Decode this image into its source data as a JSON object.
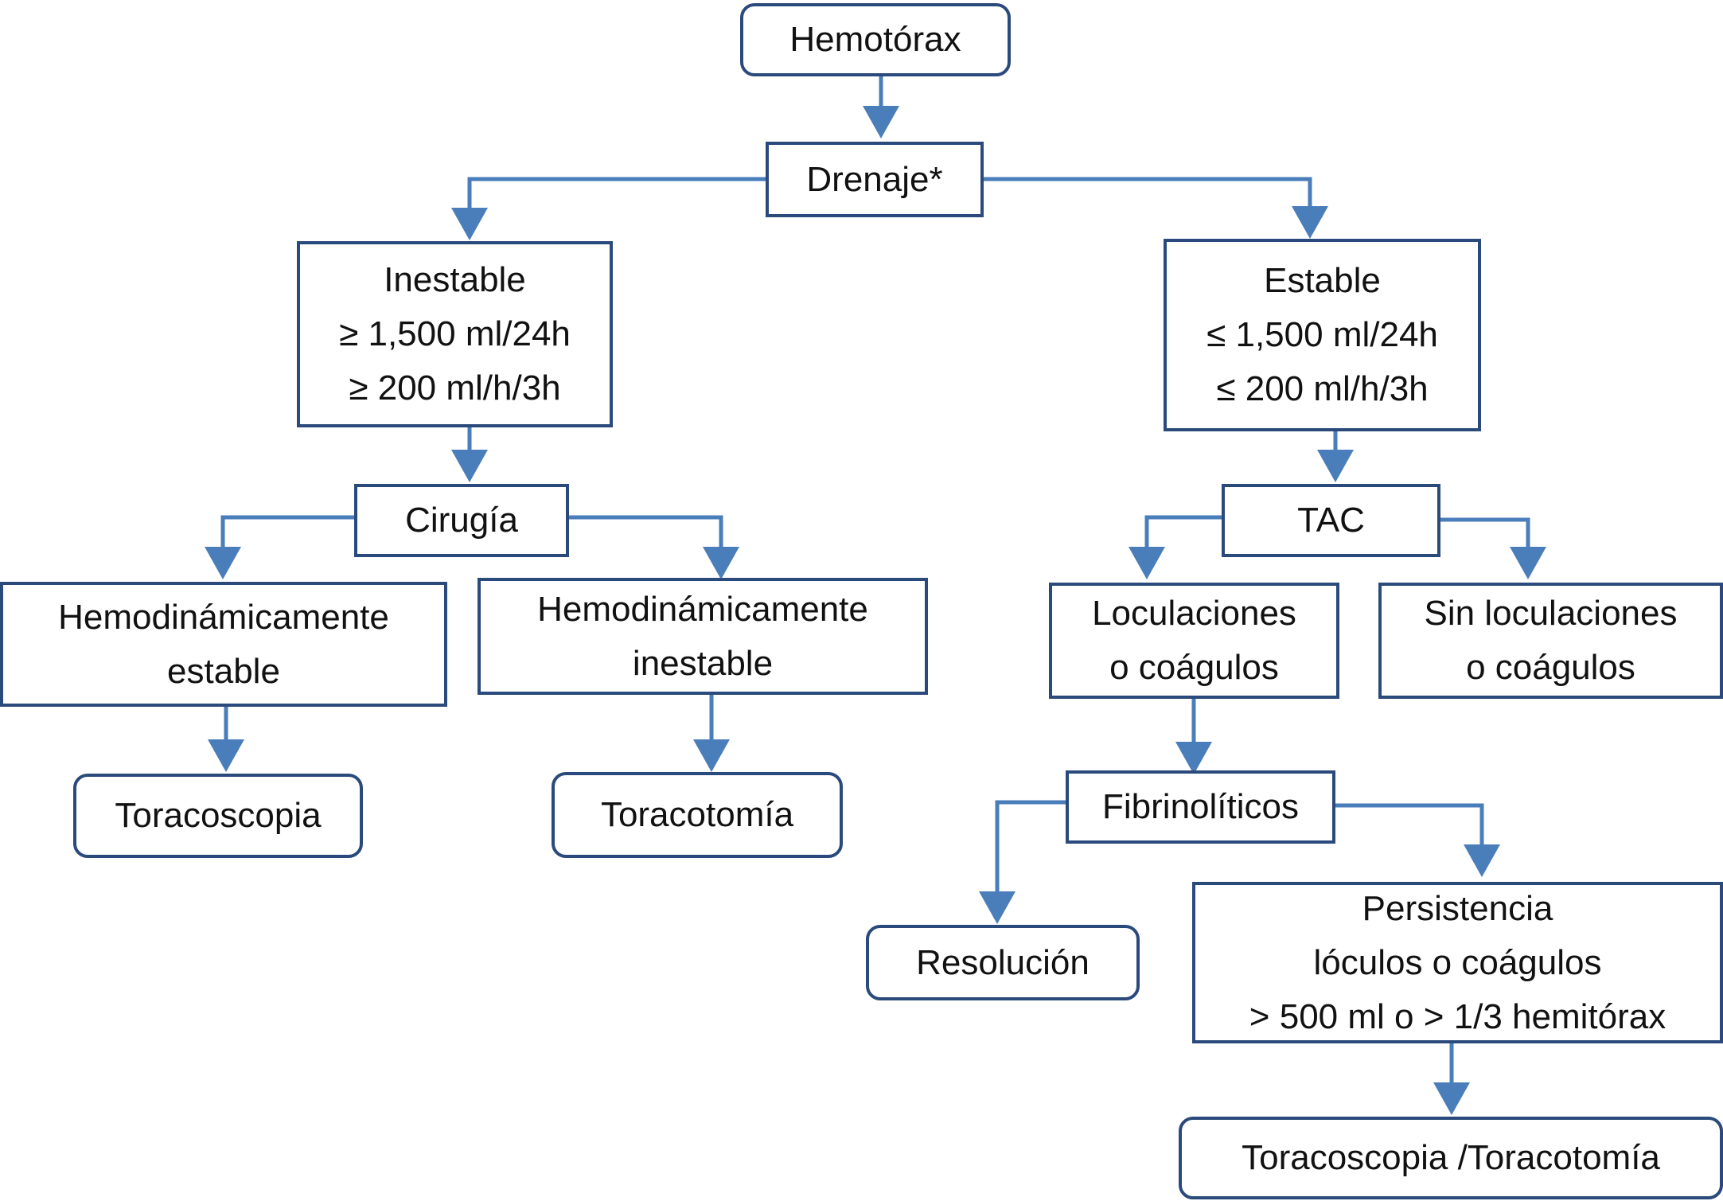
{
  "colors": {
    "box_border": "#2a4a7b",
    "arrow": "#4a7ebb",
    "text": "#111111",
    "background": "#ffffff"
  },
  "diagram": {
    "hemotorax": {
      "lines": [
        "Hemotórax"
      ]
    },
    "drenaje": {
      "lines": [
        "Drenaje*"
      ]
    },
    "inestable": {
      "lines": [
        "Inestable",
        "≥ 1,500 ml/24h",
        "≥ 200 ml/h/3h"
      ]
    },
    "estable": {
      "lines": [
        "Estable",
        "≤ 1,500 ml/24h",
        "≤ 200 ml/h/3h"
      ]
    },
    "cirugia": {
      "lines": [
        "Cirugía"
      ]
    },
    "tac": {
      "lines": [
        "TAC"
      ]
    },
    "hemo_estable": {
      "lines": [
        "Hemodinámicamente",
        "estable"
      ]
    },
    "hemo_inestable": {
      "lines": [
        "Hemodinámicamente",
        "inestable"
      ]
    },
    "loculaciones": {
      "lines": [
        "Loculaciones",
        "o coágulos"
      ]
    },
    "sin_loculaciones": {
      "lines": [
        "Sin loculaciones",
        "o coágulos"
      ]
    },
    "toracoscopia": {
      "lines": [
        "Toracoscopia"
      ]
    },
    "toracotomia": {
      "lines": [
        "Toracotomía"
      ]
    },
    "fibrinoliticos": {
      "lines": [
        "Fibrinolíticos"
      ]
    },
    "resolucion": {
      "lines": [
        "Resolución"
      ]
    },
    "persistencia": {
      "lines": [
        "Persistencia",
        "lóculos o coágulos",
        "> 500 ml o > 1/3 hemitórax"
      ]
    },
    "toracoscopia_toracotomia": {
      "lines": [
        "Toracoscopia /Toracotomía"
      ]
    }
  }
}
